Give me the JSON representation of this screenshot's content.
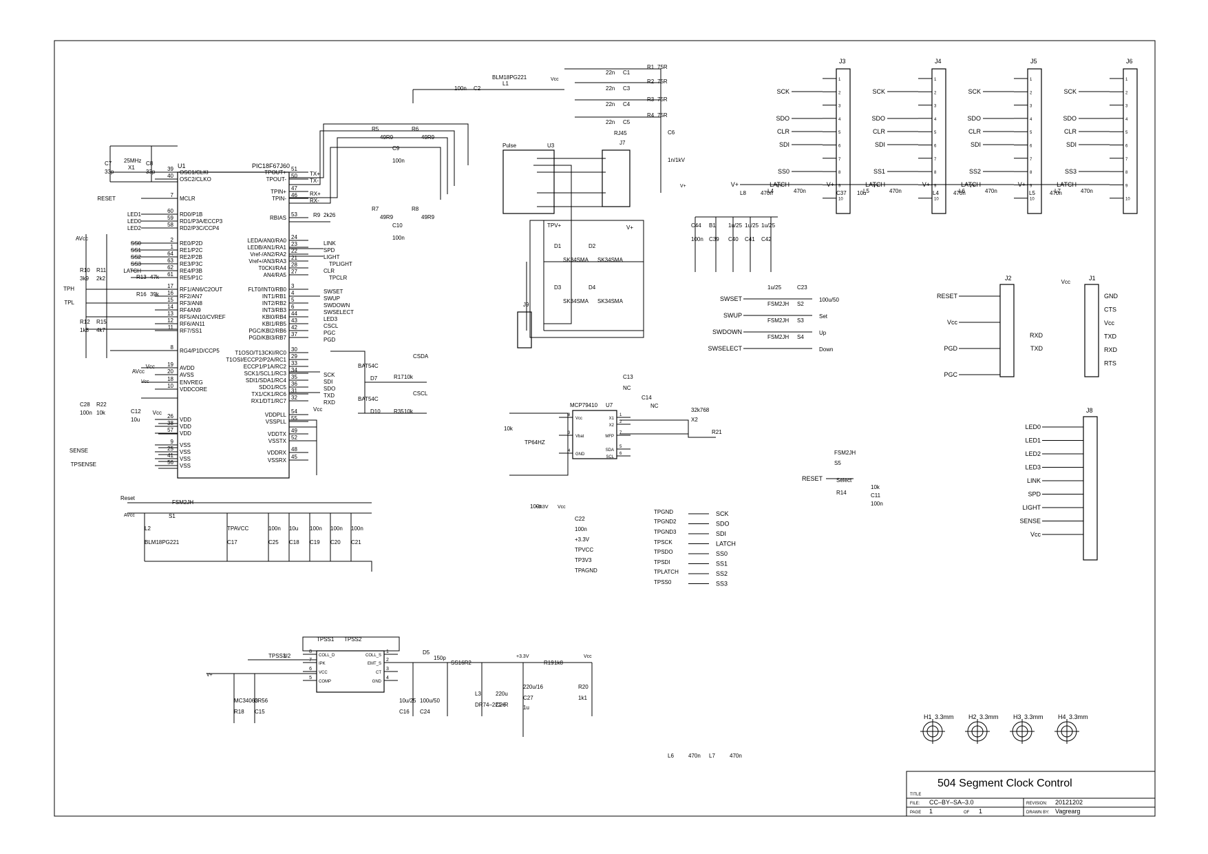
{
  "title_block": {
    "title": "504 Segment Clock Control",
    "title_label": "TITLE",
    "file_label": "FILE:",
    "file": "CC–BY–SA–3.0",
    "revision_label": "REVISION:",
    "revision": "20121202",
    "page_label": "PAGE",
    "page": "1",
    "of_label": "OF",
    "of": "1",
    "drawn_label": "DRAWN BY:",
    "drawn_by": "Vagrearg"
  },
  "mcu": {
    "ref": "U1",
    "part": "PIC18F67J60",
    "left_pins": [
      {
        "num": "39",
        "name": "OSC1/CLKI"
      },
      {
        "num": "40",
        "name": "OSC2/CLKO"
      },
      {
        "num": "7",
        "name": "MCLR"
      },
      {
        "num": "60",
        "name": "RD0/P1B"
      },
      {
        "num": "59",
        "name": "RD1/P3A/ECCP3"
      },
      {
        "num": "58",
        "name": "RD2/P3C/CCP4"
      },
      {
        "num": "2",
        "name": "RE0/P2D"
      },
      {
        "num": "1",
        "name": "RE1/P2C"
      },
      {
        "num": "64",
        "name": "RE2/P2B"
      },
      {
        "num": "63",
        "name": "RE3/P3C"
      },
      {
        "num": "62",
        "name": "RE4/P3B"
      },
      {
        "num": "61",
        "name": "RE5/P1C"
      },
      {
        "num": "17",
        "name": "RF1/AN6/C2OUT"
      },
      {
        "num": "16",
        "name": "RF2/AN7"
      },
      {
        "num": "15",
        "name": "RF3/AN8"
      },
      {
        "num": "14",
        "name": "RF4AN9"
      },
      {
        "num": "13",
        "name": "RF5/AN10/CVREF"
      },
      {
        "num": "12",
        "name": "RF6/AN11"
      },
      {
        "num": "11",
        "name": "RF7/SS1"
      },
      {
        "num": "8",
        "name": "RG4/P1D/CCP5"
      },
      {
        "num": "19",
        "name": "AVDD"
      },
      {
        "num": "20",
        "name": "AVSS"
      },
      {
        "num": "18",
        "name": "ENVREG"
      },
      {
        "num": "10",
        "name": "VDDCORE"
      },
      {
        "num": "26",
        "name": "VDD"
      },
      {
        "num": "38",
        "name": "VDD"
      },
      {
        "num": "57",
        "name": "VDD"
      },
      {
        "num": "9",
        "name": "VSS"
      },
      {
        "num": "25",
        "name": "VSS"
      },
      {
        "num": "41",
        "name": "VSS"
      },
      {
        "num": "56",
        "name": "VSS"
      }
    ],
    "right_pins": [
      {
        "num": "51",
        "name": "TPOUT+"
      },
      {
        "num": "50",
        "name": "TPOUT-"
      },
      {
        "num": "47",
        "name": "TPIN+"
      },
      {
        "num": "46",
        "name": "TPIN-"
      },
      {
        "num": "53",
        "name": "RBIAS"
      },
      {
        "num": "24",
        "name": "LEDA/AN0/RA0"
      },
      {
        "num": "23",
        "name": "LEDB/AN1/RA1"
      },
      {
        "num": "22",
        "name": "Vref-/AN2/RA2"
      },
      {
        "num": "21",
        "name": "Vref+/AN3/RA3"
      },
      {
        "num": "28",
        "name": "T0CKI/RA4"
      },
      {
        "num": "27",
        "name": "AN4/RA5"
      },
      {
        "num": "3",
        "name": "FLT0/INT0/RB0"
      },
      {
        "num": "4",
        "name": "INT1/RB1"
      },
      {
        "num": "5",
        "name": "INT2/RB2"
      },
      {
        "num": "6",
        "name": "INT3/RB3"
      },
      {
        "num": "44",
        "name": "KBI0/RB4"
      },
      {
        "num": "43",
        "name": "KBI1/RB5"
      },
      {
        "num": "42",
        "name": "PGC/KBI2/RB6"
      },
      {
        "num": "37",
        "name": "PGD/KBI3/RB7"
      },
      {
        "num": "30",
        "name": "T1OSO/T13CKI/RC0"
      },
      {
        "num": "29",
        "name": "T1OSI/ECCP2/P2A/RC1"
      },
      {
        "num": "33",
        "name": "ECCP1/P1A/RC2"
      },
      {
        "num": "34",
        "name": "SCK1/SCL1/RC3"
      },
      {
        "num": "35",
        "name": "SDI1/SDA1/RC4"
      },
      {
        "num": "36",
        "name": "SDO1/RC5"
      },
      {
        "num": "31",
        "name": "TX1/CK1/RC6"
      },
      {
        "num": "32",
        "name": "RX1/DT1/RC7"
      },
      {
        "num": "54",
        "name": "VDDPLL"
      },
      {
        "num": "55",
        "name": "VSSPLL"
      },
      {
        "num": "49",
        "name": "VDDTX"
      },
      {
        "num": "52",
        "name": "VSSTX"
      },
      {
        "num": "48",
        "name": "VDDRX"
      },
      {
        "num": "45",
        "name": "VSSRX"
      }
    ]
  },
  "left_nets": [
    "RESET",
    "LED1",
    "LED0",
    "LED2",
    "SS0",
    "SS1",
    "SS2",
    "SS3",
    "LATCH",
    "AVcc",
    "TPH",
    "TPL",
    "SENSE",
    "TPSENSE",
    "AVcc",
    "Vcc",
    "Vcc"
  ],
  "right_nets": [
    "TX+",
    "TX-",
    "RX+",
    "RX-",
    "LINK",
    "SPD",
    "LIGHT",
    "TPLIGHT",
    "CLR",
    "TPCLR",
    "SWSET",
    "SWUP",
    "SWDOWN",
    "SWSELECT",
    "LED3",
    "CSCL",
    "PGC",
    "PGD",
    "CSDA",
    "SCK",
    "SDI",
    "SDO",
    "TXD",
    "RXD",
    "CSCL",
    "Vcc"
  ],
  "parts": [
    "C7",
    "33p",
    "C8",
    "33p",
    "25MHz",
    "X1",
    "R10",
    "3k9",
    "R11",
    "2k2",
    "R13",
    "47k",
    "R16",
    "39k",
    "R12",
    "1k8",
    "R15",
    "4k7",
    "C28",
    "100n",
    "R22",
    "10k",
    "C12",
    "10u",
    "100n",
    "C2",
    "BLM18PG221",
    "L1",
    "R5",
    "49R9",
    "R6",
    "49R9",
    "C9",
    "100n",
    "R7",
    "49R9",
    "R8",
    "49R9",
    "C10",
    "100n",
    "R9",
    "2k26",
    "22n",
    "C1",
    "R1",
    "75R",
    "22n",
    "C3",
    "R2",
    "75R",
    "22n",
    "C4",
    "R3",
    "75R",
    "22n",
    "C5",
    "R4",
    "75R",
    "C6",
    "1n/1kV",
    "RJ45",
    "J7",
    "Pulse",
    "U3",
    "TPV+",
    "V+",
    "D1",
    "SK34SMA",
    "D2",
    "SK34SMA",
    "D3",
    "SK34SMA",
    "D4",
    "SK34SMA",
    "J9",
    "BAT54C",
    "D7",
    "R17",
    "10k",
    "BAT54C",
    "D10",
    "R35",
    "10k",
    "MCP79410",
    "U7",
    "C13",
    "NC",
    "C14",
    "NC",
    "32k768",
    "X2",
    "R21",
    "10k",
    "TP64HZ",
    "C44",
    "100n",
    "B1",
    "C39",
    "1u/25",
    "C40",
    "1u/25",
    "C41",
    "1u/25",
    "C42",
    "1u/25",
    "C23",
    "100u/50",
    "FSM2JH",
    "S2",
    "Set",
    "FSM2JH",
    "S3",
    "Up",
    "FSM2JH",
    "S4",
    "Down",
    "FSM2JH",
    "S5",
    "Select",
    "R14",
    "10k",
    "C11",
    "100n",
    "FSM2JH",
    "S1",
    "Reset",
    "L2",
    "BLM18PG221",
    "TPAVCC",
    "C17",
    "100n",
    "C25",
    "10u",
    "C18",
    "100n",
    "C19",
    "100n",
    "C20",
    "100n",
    "C21",
    "100n",
    "C22",
    "100n",
    "+3.3V",
    "TPVCC",
    "TP3V3",
    "TPAGND",
    "TPGND",
    "TPGND2",
    "TPGND3",
    "TPSCK",
    "TPSDO",
    "TPSDI",
    "TPLATCH",
    "TPSS0",
    "TPSS1",
    "TPSS2",
    "TPSS3",
    "U2",
    "MC34063",
    "R18",
    "0R56",
    "C15",
    "10u/25",
    "C16",
    "100u/50",
    "C24",
    "150p",
    "D5",
    "SS16R2",
    "L3",
    "DR74–221–R",
    "220u",
    "C26",
    "220u/16",
    "C27",
    "1u",
    "R19",
    "1k8",
    "R20",
    "1k1",
    "L8",
    "470n",
    "C37",
    "10u",
    "L4",
    "470n",
    "L5",
    "470n",
    "L6",
    "470n",
    "L7",
    "470n"
  ],
  "ic_u2_pins": [
    {
      "num": "8",
      "name": "COLL_D"
    },
    {
      "num": "7",
      "name": "IPK"
    },
    {
      "num": "6",
      "name": "VCC"
    },
    {
      "num": "5",
      "name": "COMP"
    },
    {
      "num": "1",
      "name": "COLL_S"
    },
    {
      "num": "2",
      "name": "EMT_S"
    },
    {
      "num": "3",
      "name": "CT"
    },
    {
      "num": "4",
      "name": "GND"
    }
  ],
  "ic_u7_pins": [
    {
      "num": "8",
      "name": "Vcc"
    },
    {
      "num": "3",
      "name": "Vbat"
    },
    {
      "num": "4",
      "name": "GND"
    },
    {
      "num": "1",
      "name": "X1"
    },
    {
      "num": "2",
      "name": "X2"
    },
    {
      "num": "7",
      "name": "MFP"
    },
    {
      "num": "5",
      "name": "SDA"
    },
    {
      "num": "6",
      "name": "SCL"
    }
  ],
  "connectors": {
    "display": [
      {
        "ref": "J3",
        "ss": "SS0",
        "coil": "L4"
      },
      {
        "ref": "J4",
        "ss": "SS1",
        "coil": "L5"
      },
      {
        "ref": "J5",
        "ss": "SS2",
        "coil": "L6"
      },
      {
        "ref": "J6",
        "ss": "SS3",
        "coil": "L7"
      }
    ],
    "display_signals": [
      "SCK",
      "SDO",
      "CLR",
      "SDI",
      "LATCH",
      "V+"
    ],
    "j2": {
      "ref": "J2",
      "signals": [
        "RESET",
        "Vcc",
        "PGD",
        "PGC"
      ]
    },
    "j1": {
      "ref": "J1",
      "labels": [
        "GND",
        "CTS",
        "Vcc",
        "TXD",
        "RXD",
        "RTS"
      ],
      "nets": [
        "Vcc",
        "RXD",
        "TXD"
      ]
    },
    "j8": {
      "ref": "J8",
      "signals": [
        "LED0",
        "LED1",
        "LED2",
        "LED3",
        "LINK",
        "SPD",
        "LIGHT",
        "SENSE",
        "Vcc"
      ]
    }
  },
  "switch_nets": [
    "SWSET",
    "SWUP",
    "SWDOWN",
    "SWSELECT",
    "RESET"
  ],
  "testpoint_nets": [
    "SCK",
    "SDO",
    "SDI",
    "LATCH",
    "SS0",
    "SS1",
    "SS2",
    "SS3"
  ],
  "power_nets": [
    "Vcc",
    "Vcc",
    "AVcc",
    "V+",
    "V+",
    "V+",
    "V+",
    "V+",
    "+3.3V",
    "Vcc",
    "+3.3V",
    "Vcc"
  ],
  "mounting_holes": [
    {
      "ref": "H1",
      "size": "3.3mm"
    },
    {
      "ref": "H2",
      "size": "3.3mm"
    },
    {
      "ref": "H3",
      "size": "3.3mm"
    },
    {
      "ref": "H4",
      "size": "3.3mm"
    }
  ]
}
